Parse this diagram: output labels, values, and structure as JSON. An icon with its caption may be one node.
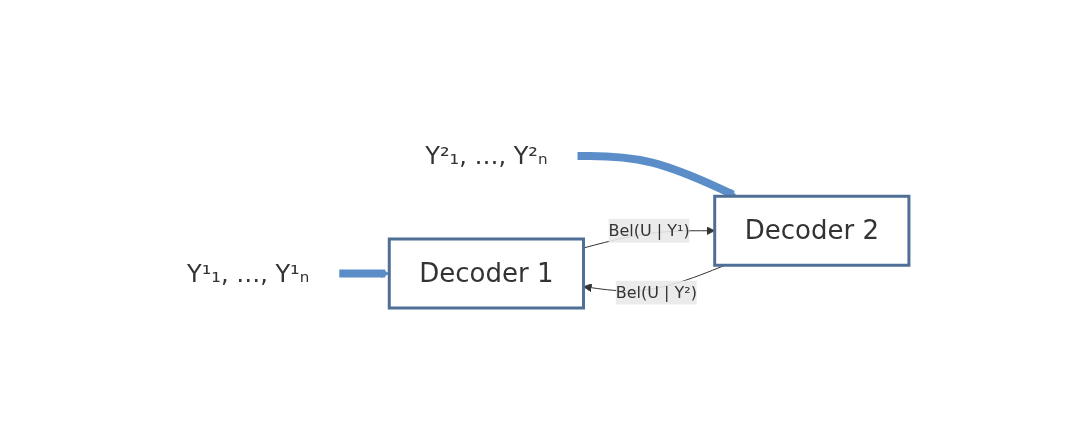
{
  "diagram": {
    "nodes": [
      {
        "text": [
          "Y¹₁, …, Y¹ₙ"
        ]
      },
      {
        "text": [
          "Decoder 1"
        ]
      },
      {
        "text": [
          "Y²₁, …, Y²ₙ"
        ]
      },
      {
        "text": [
          "Decoder 2"
        ]
      }
    ],
    "edges": [
      {
        "from": 0,
        "to": 1,
        "arrow": "to",
        "style": "thick",
        "color": "#5b8ec9"
      },
      {
        "from": 2,
        "to": 3,
        "arrow": "to",
        "style": "thick",
        "color": "#5b8ec9"
      },
      {
        "from": 1,
        "to": 3,
        "arrow": "to",
        "label": "Bel(U | Y¹)",
        "color": "#333333"
      },
      {
        "from": 3,
        "to": 1,
        "arrow": "to",
        "label": "Bel(U | Y²)",
        "color": "#333333"
      }
    ]
  }
}
